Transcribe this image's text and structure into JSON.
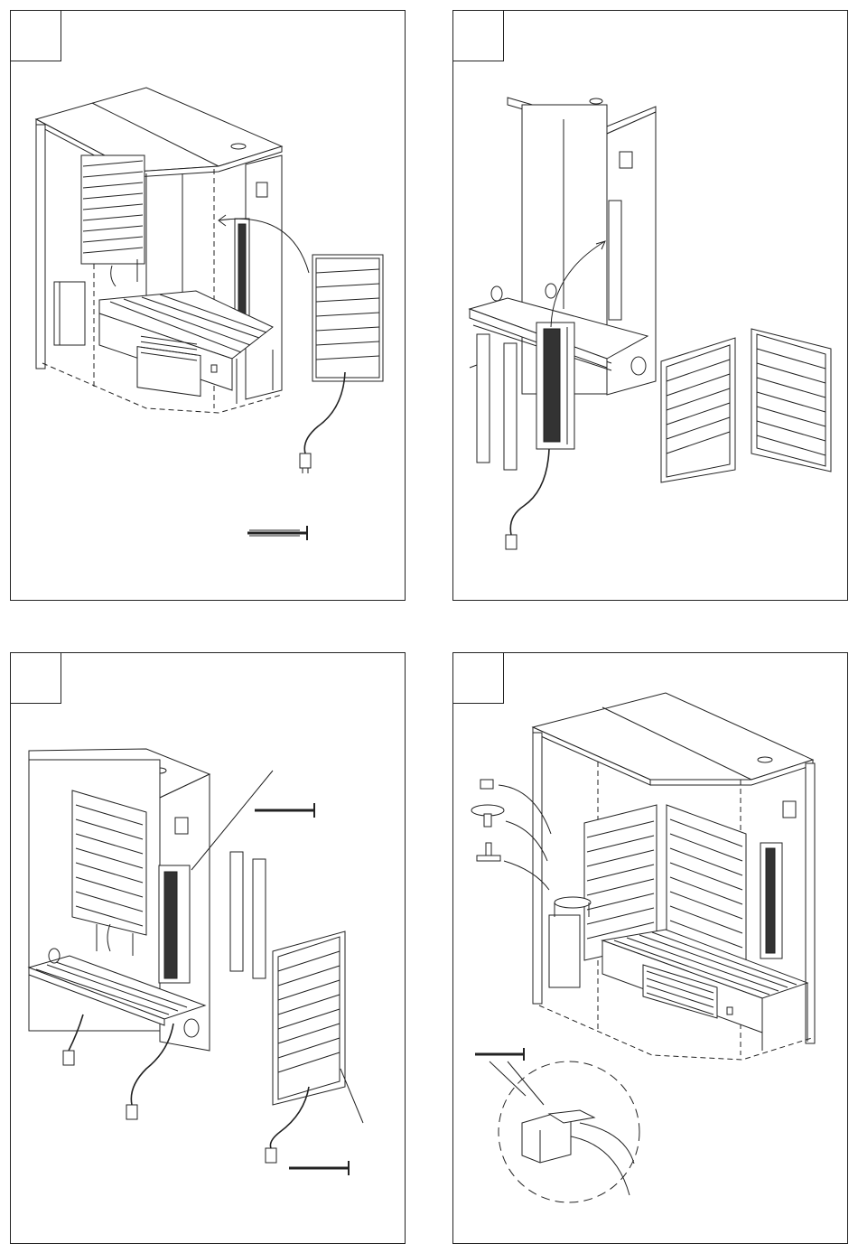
{
  "diagram": {
    "colors": {
      "line": "#222222",
      "fill": "#ffffff",
      "heater": "#333333"
    },
    "panels": [
      {
        "id": "step-1"
      },
      {
        "id": "step-2"
      },
      {
        "id": "step-3"
      },
      {
        "id": "step-4"
      }
    ]
  }
}
